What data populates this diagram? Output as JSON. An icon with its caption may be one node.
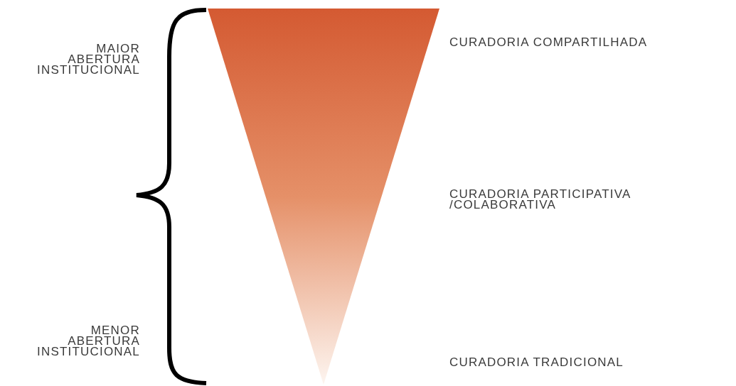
{
  "diagram": {
    "labels": [
      "MAIOR ABERTURA INSTITUCIONAL",
      "CURADORIA COMPARTILHADA",
      "CURADORIA PARTICIPATIVA /COLABORATIVA",
      "MENOR ABERTURA INSTITUCIONAL",
      "CURADORIA TRADICIONAL"
    ]
  }
}
